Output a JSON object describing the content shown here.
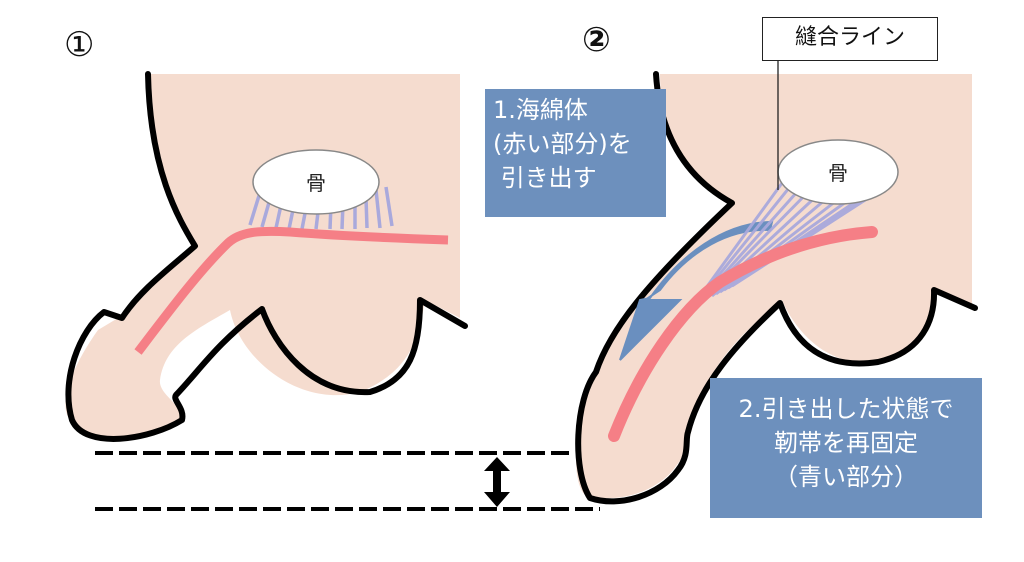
{
  "panels": [
    {
      "number": "①",
      "bone_label": "骨"
    },
    {
      "number": "②",
      "bone_label": "骨"
    }
  ],
  "callouts": {
    "suture_line": "縫合ライン",
    "step1": [
      "1.海綿体",
      "(赤い部分)を",
      " 引き出す"
    ],
    "step2": [
      "2.引き出した状態で",
      "靭帯を再固定",
      "（青い部分）"
    ]
  },
  "colors": {
    "skin": "#f5dccf",
    "outline": "#000000",
    "corpus": "#f57f86",
    "ligament": "#a9a9dc",
    "callout_bg": "#6d90bd",
    "arrow": "#6a8fbf"
  },
  "comparison": {
    "indicator": "length-gain double arrow"
  }
}
